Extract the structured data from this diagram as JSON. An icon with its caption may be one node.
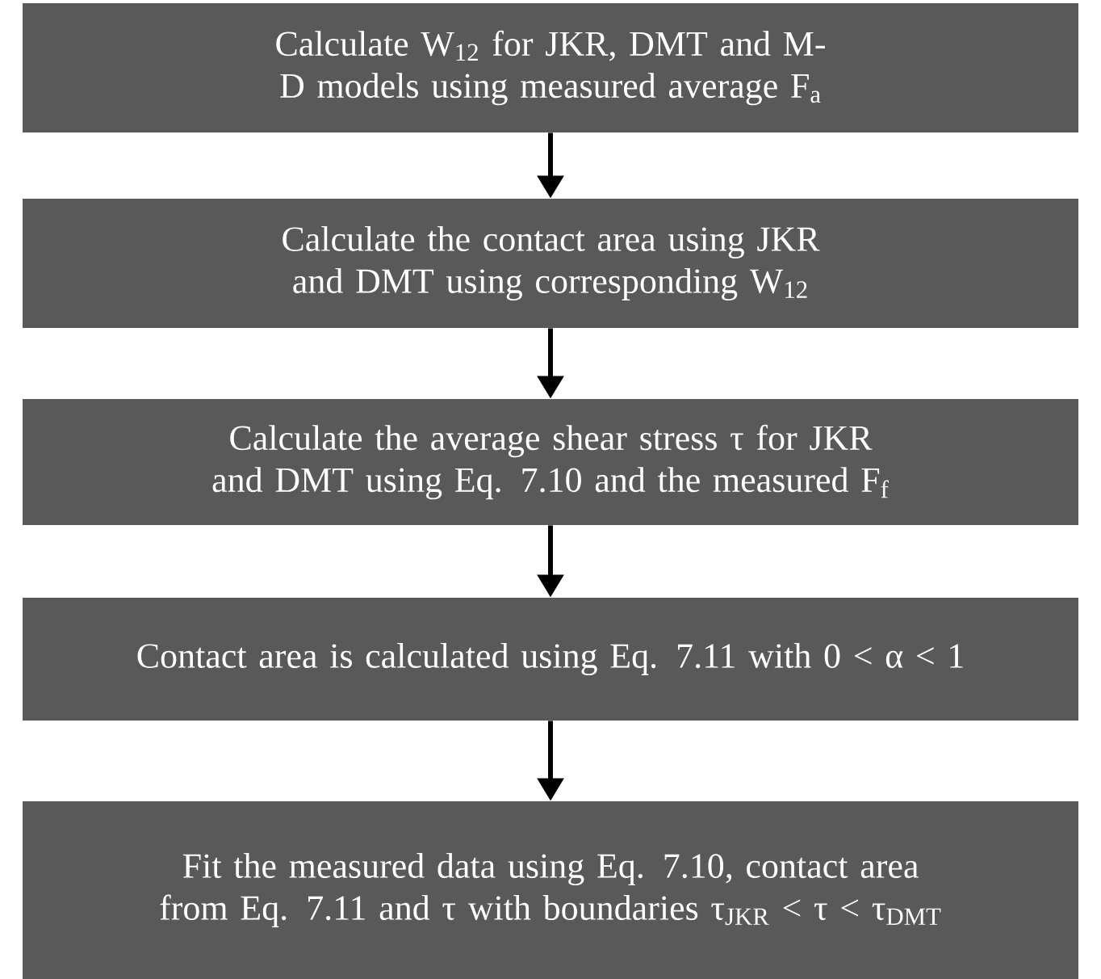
{
  "diagram": {
    "nodes": [
      {
        "text": [
          "Calculate W$_{12}$ for JKR, DMT and M-D models using measured average F$_{a}$"
        ]
      },
      {
        "text": [
          "Calculate the contact area using JKR and DMT using corresponding W$_{12}$"
        ]
      },
      {
        "text": [
          "Calculate the average shear stress τ for JKR and DMT using Eq. 7.10 and the measured F$_{f}$"
        ]
      },
      {
        "text": [
          "Contact area is calculated using Eq. 7.11 with 0 < α < 1"
        ]
      },
      {
        "text": [
          "Fit the measured data using Eq. 7.10, contact area from Eq. 7.11 and τ with boundaries  τ$_{JKR}$ < τ < τ$_{DMT}$"
        ]
      }
    ],
    "edges": [
      {
        "from": 0,
        "to": 1,
        "arrow": "to"
      },
      {
        "from": 1,
        "to": 2,
        "arrow": "to"
      },
      {
        "from": 2,
        "to": 3,
        "arrow": "to"
      },
      {
        "from": 3,
        "to": 4,
        "arrow": "to"
      }
    ]
  }
}
